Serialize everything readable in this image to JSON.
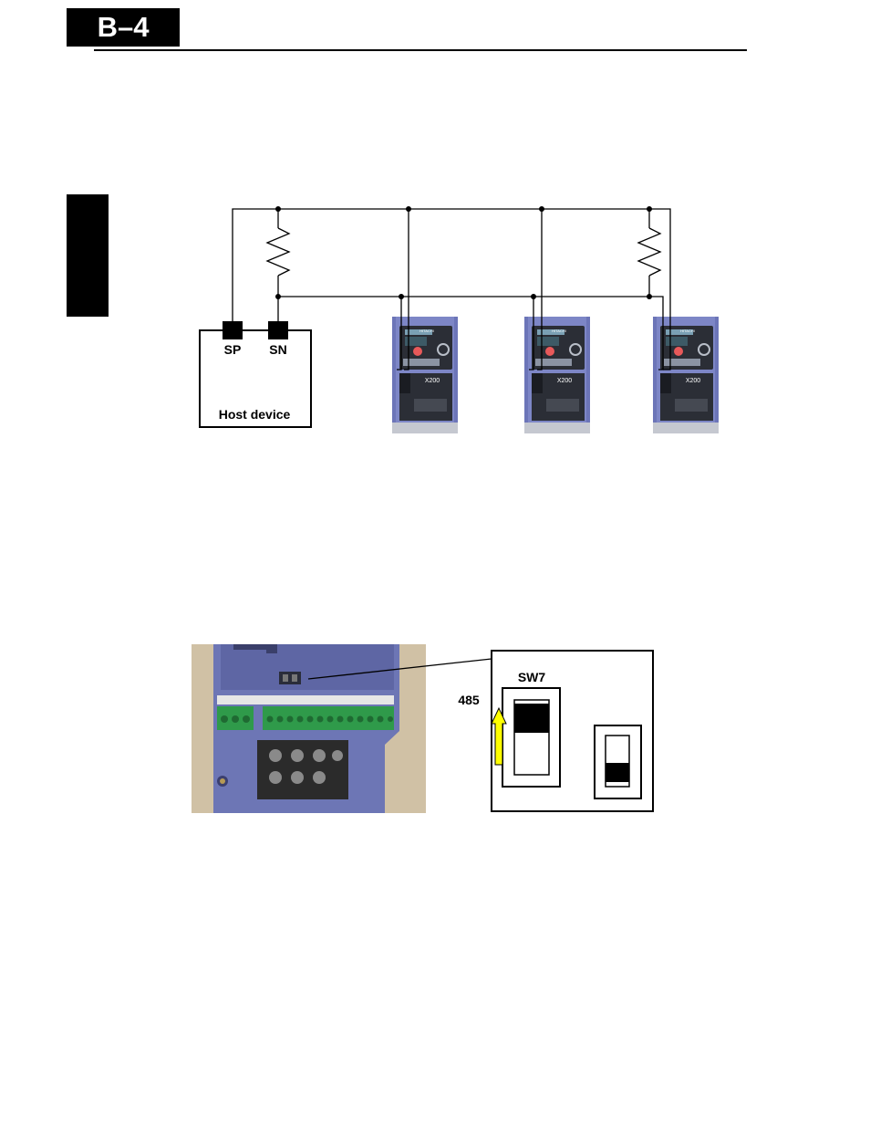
{
  "header": {
    "page_label": "B–4"
  },
  "wiring_diagram": {
    "host_device_label": "Host device",
    "terminal_sp": "SP",
    "terminal_sn": "SN",
    "inverter_model": "X200",
    "inverter_brand": "HITACHI"
  },
  "switch_figure": {
    "switch_name": "SW7",
    "position_label": "485"
  },
  "colors": {
    "arrow_yellow": "#ffff00",
    "inverter_blue": "#6c75b8",
    "panel_dark": "#2b2e36",
    "terminal_green": "#2f9a4a"
  }
}
